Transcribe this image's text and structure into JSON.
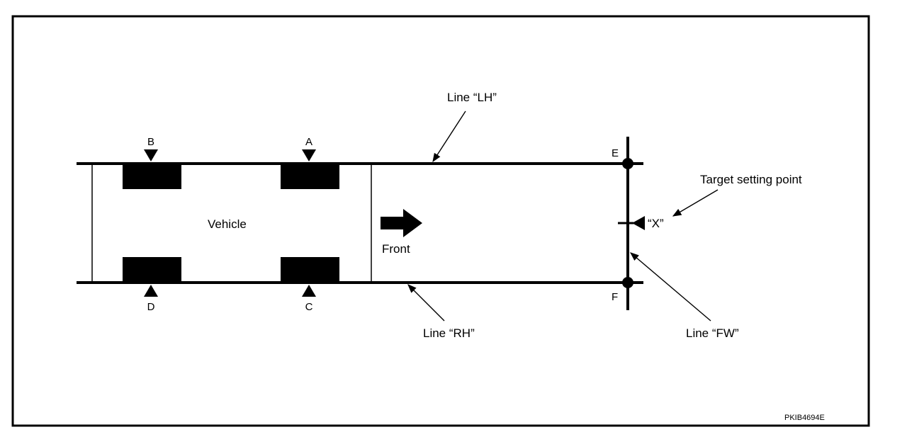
{
  "labels": {
    "line_lh": "Line “LH”",
    "line_rh": "Line “RH”",
    "line_fw": "Line “FW”",
    "target_setting_point": "Target setting point",
    "x_mark": "“X”",
    "vehicle": "Vehicle",
    "front": "Front",
    "point_a": "A",
    "point_b": "B",
    "point_c": "C",
    "point_d": "D",
    "point_e": "E",
    "point_f": "F",
    "figure_code": "PKIB4694E"
  },
  "colors": {
    "ink": "#000000",
    "background": "#ffffff"
  }
}
